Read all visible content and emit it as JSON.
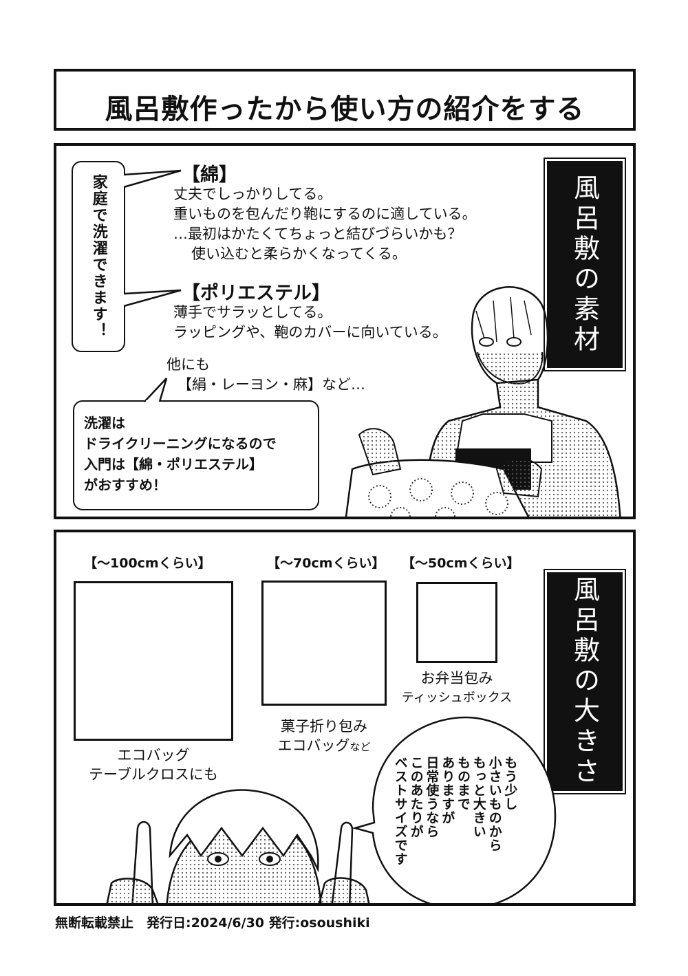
{
  "title": "風呂敷作ったから使い方の紹介をする",
  "panel1": {
    "side_title": "風呂敷の素材",
    "bubble_left": "家庭で洗濯できます！",
    "cotton": {
      "heading": "【綿】",
      "lines": [
        "丈夫でしっかりしてる。",
        "重いものを包んだり鞄にするのに適している。",
        "…最初はかたくてちょっと結びづらいかも？",
        "使い込むと柔らかくなってくる。"
      ]
    },
    "polyester": {
      "heading": "【ポリエステル】",
      "lines": [
        "薄手でサラッとしてる。",
        "ラッピングや、鞄のカバーに向いている。"
      ]
    },
    "others": {
      "line1": "他にも",
      "line2": "【絹・レーヨン・麻】など…"
    },
    "bubble_bottom": [
      "洗濯は",
      "ドライクリーニングになるので",
      "入門は【綿・ポリエステル】",
      "がおすすめ！"
    ]
  },
  "panel2": {
    "side_title": "風呂敷の大きさ",
    "sizes": [
      {
        "label": "【～100cmくらい】",
        "cap1": "エコバッグ",
        "cap2": "テーブルクロスにも",
        "cap2_small": ""
      },
      {
        "label": "【～70cmくらい】",
        "cap1": "菓子折り包み",
        "cap2": "エコバッグ",
        "cap2_small": "など"
      },
      {
        "label": "【～50cmくらい】",
        "cap1": "お弁当包み",
        "cap2": "ティッシュボックス",
        "cap2_small": ""
      }
    ],
    "speech": [
      "もう少し",
      "小さいものから",
      "もっと大きい",
      "ものまで",
      "ありますが",
      "日常使うなら",
      "このあたりが",
      "ベストサイズです"
    ]
  },
  "footer": "無断転載禁止　発行日:2024/6/30 発行:osoushiki"
}
